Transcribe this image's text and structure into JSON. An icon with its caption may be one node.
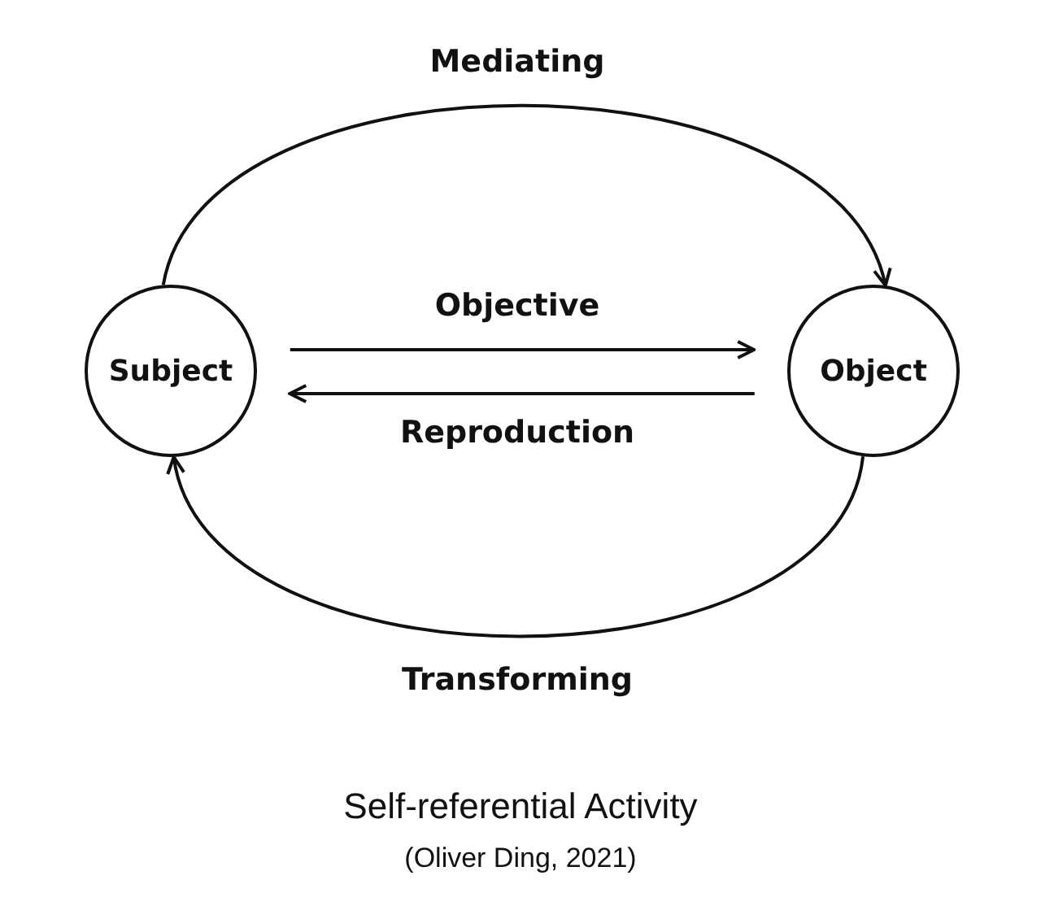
{
  "diagram": {
    "title": "Self-referential Activity",
    "caption": "(Oliver Ding, 2021)",
    "nodes": [
      {
        "text": [
          "Subject"
        ]
      },
      {
        "text": [
          "Object"
        ]
      }
    ],
    "edges": [
      {
        "from": 0,
        "to": 1,
        "arrow": "to",
        "label": "Mediating"
      },
      {
        "from": 0,
        "to": 1,
        "arrow": "to",
        "label": "Objective"
      },
      {
        "from": 1,
        "to": 0,
        "arrow": "to",
        "label": "Reproduction"
      },
      {
        "from": 1,
        "to": 0,
        "arrow": "to",
        "label": "Transforming"
      }
    ]
  }
}
